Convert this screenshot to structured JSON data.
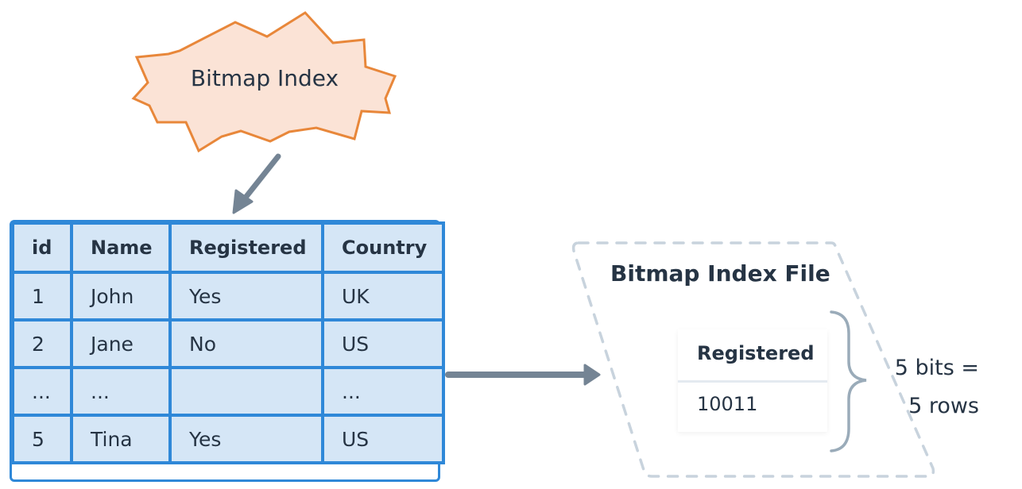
{
  "callout": {
    "label": "Bitmap Index",
    "shape": "burst",
    "fill": "#fbe3d6",
    "stroke": "#e8873a"
  },
  "source_table": {
    "headers": [
      "id",
      "Name",
      "Registered",
      "Country"
    ],
    "rows": [
      [
        "1",
        "John",
        "Yes",
        "UK"
      ],
      [
        "2",
        "Jane",
        "No",
        "US"
      ],
      [
        "...",
        "...",
        "",
        "..."
      ],
      [
        "5",
        "Tina",
        "Yes",
        "US"
      ]
    ],
    "fill": "#d5e6f6",
    "border": "#2f88d8"
  },
  "index_file": {
    "title": "Bitmap Index File",
    "border": "#c8d3dd",
    "card": {
      "header": "Registered",
      "value": "10011"
    },
    "brace_label": {
      "line1": "5 bits =",
      "line2": "5 rows"
    }
  },
  "arrows": {
    "color": "#748494",
    "callout_to_table": "down-left",
    "table_to_file": "right"
  }
}
